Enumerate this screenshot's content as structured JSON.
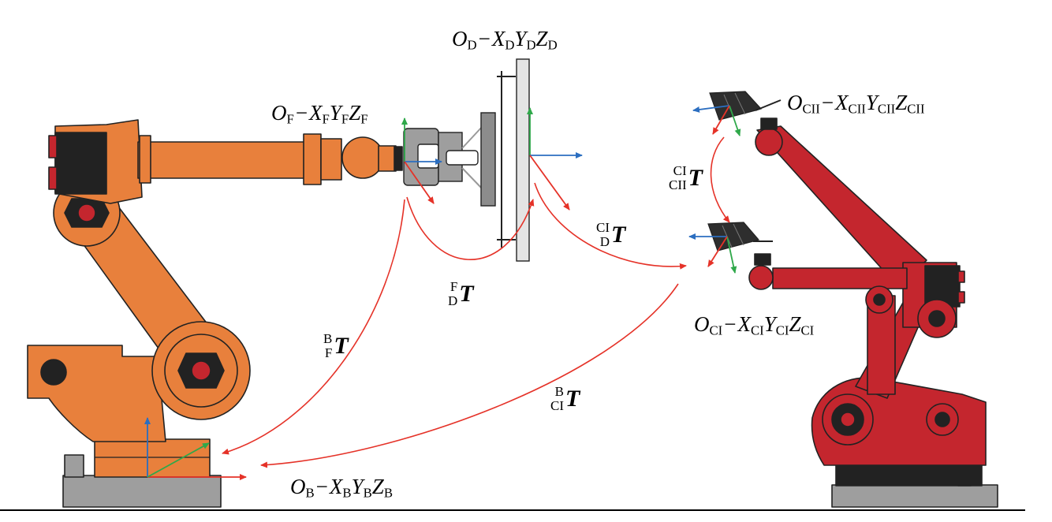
{
  "frames": {
    "flange": {
      "origin": "O",
      "o_sub": "F",
      "x": "X",
      "x_sub": "F",
      "y": "Y",
      "y_sub": "F",
      "z": "Z",
      "z_sub": "F"
    },
    "disk": {
      "origin": "O",
      "o_sub": "D",
      "x": "X",
      "x_sub": "D",
      "y": "Y",
      "y_sub": "D",
      "z": "Z",
      "z_sub": "D"
    },
    "cam2": {
      "origin": "O",
      "o_sub": "CII",
      "x": "X",
      "x_sub": "CII",
      "y": "Y",
      "y_sub": "CII",
      "z": "Z",
      "z_sub": "CII"
    },
    "cam1": {
      "origin": "O",
      "o_sub": "CI",
      "x": "X",
      "x_sub": "CI",
      "y": "Y",
      "y_sub": "CI",
      "z": "Z",
      "z_sub": "CI"
    },
    "base": {
      "origin": "O",
      "o_sub": "B",
      "x": "X",
      "x_sub": "B",
      "y": "Y",
      "y_sub": "B",
      "z": "Z",
      "z_sub": "B"
    },
    "dash": "−"
  },
  "transforms": {
    "cam2_to_cam1": {
      "sup": "CI",
      "sub": "CII",
      "symbol": "T"
    },
    "disk_to_cam1": {
      "sup": "CI",
      "sub": "D",
      "symbol": "T"
    },
    "disk_to_flange": {
      "sup": "F",
      "sub": "D",
      "symbol": "T"
    },
    "flange_to_base": {
      "sup": "B",
      "sub": "F",
      "symbol": "T"
    },
    "cam1_to_base": {
      "sup": "B",
      "sub": "CI",
      "symbol": "T"
    }
  },
  "colors": {
    "left_robot": "#E8803C",
    "right_robot": "#C4262E",
    "axis_x": "#E53228",
    "axis_y": "#2FA84A",
    "axis_z": "#2B6EC0",
    "transform_arrow": "#E53228",
    "camera": "#2E2E2E",
    "fixture": "#8C8C8C"
  }
}
